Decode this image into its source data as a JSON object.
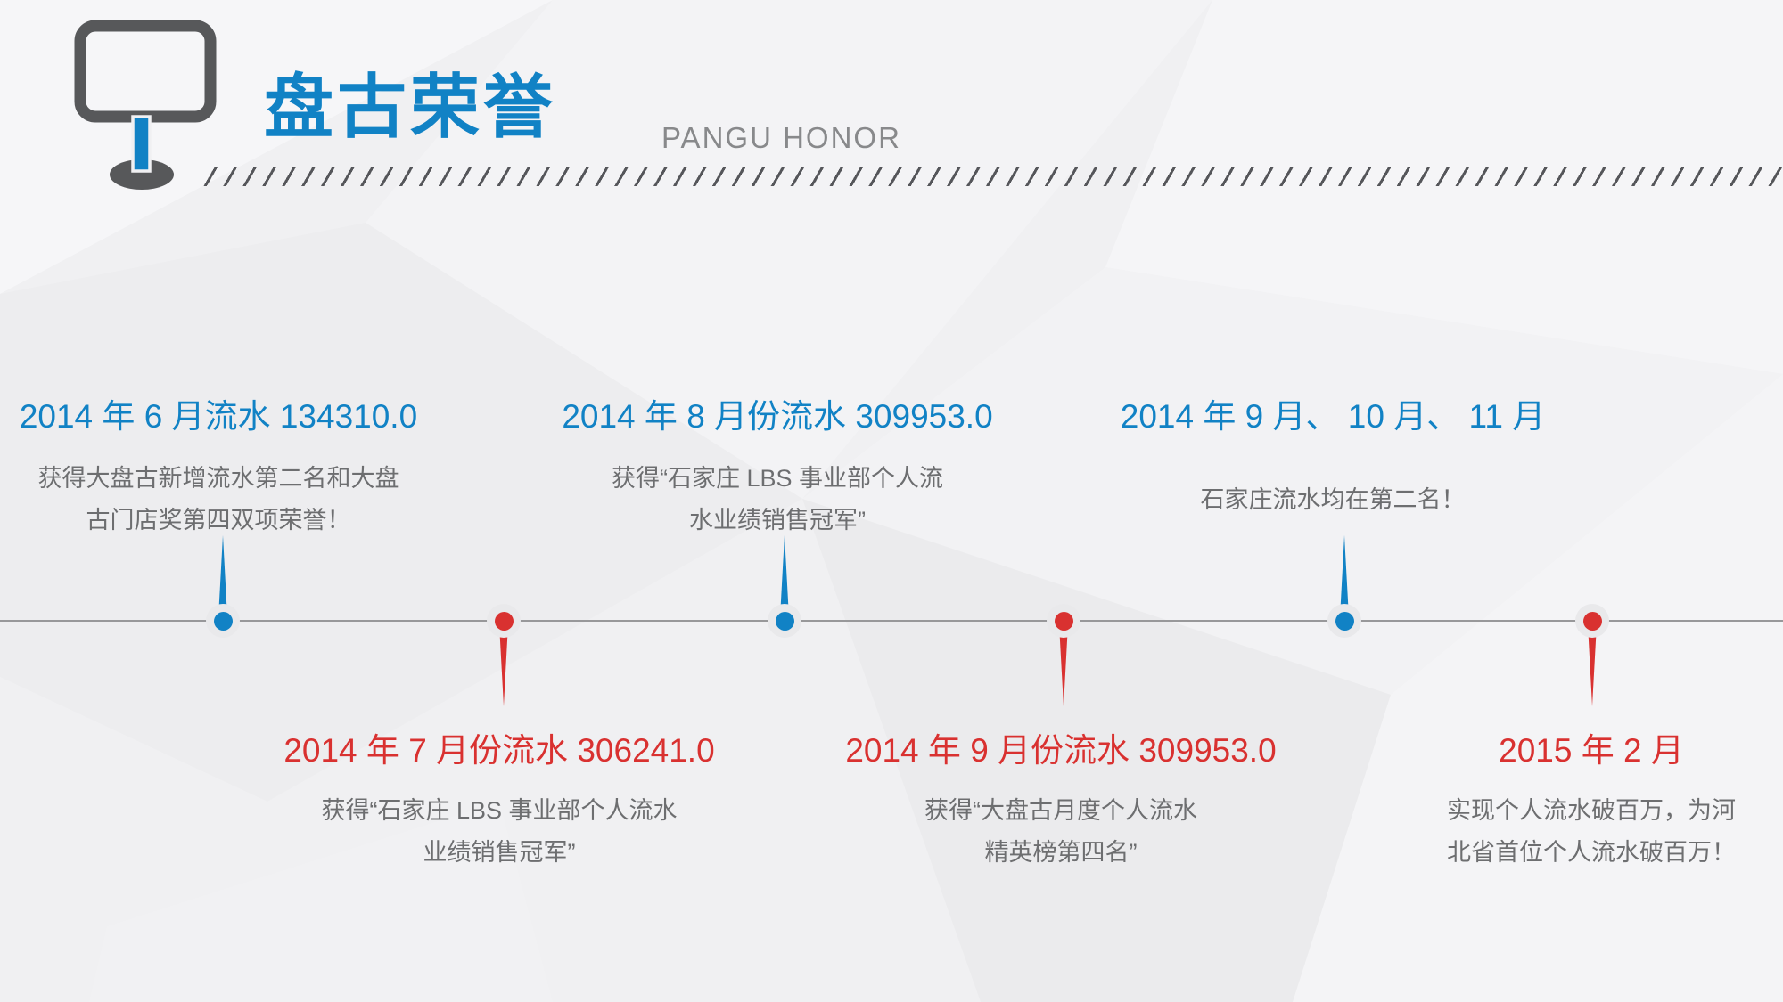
{
  "slide": {
    "header": {
      "title": "盘古荣誉",
      "subtitle": "PANGU HONOR",
      "icon": "signboard-icon"
    },
    "timeline": {
      "items": [
        {
          "side": "top",
          "accent": "blue",
          "title": "2014 年 6 月流水 134310.0",
          "desc_lines": [
            "获得大盘古新增流水第二名和大盘",
            "古门店奖第四双项荣誉！"
          ]
        },
        {
          "side": "bottom",
          "accent": "red",
          "title": "2014 年 7 月份流水 306241.0",
          "desc_lines": [
            "获得“石家庄 LBS 事业部个人流水",
            "业绩销售冠军”"
          ]
        },
        {
          "side": "top",
          "accent": "blue",
          "title": "2014 年 8 月份流水 309953.0",
          "desc_lines": [
            "获得“石家庄 LBS 事业部个人流",
            "水业绩销售冠军”"
          ]
        },
        {
          "side": "bottom",
          "accent": "red",
          "title": "2014 年 9 月份流水 309953.0",
          "desc_lines": [
            "获得“大盘古月度个人流水",
            "精英榜第四名”"
          ]
        },
        {
          "side": "top",
          "accent": "blue",
          "title": "2014 年 9 月、 10 月、 11 月",
          "desc_lines": [
            "石家庄流水均在第二名！"
          ]
        },
        {
          "side": "bottom",
          "accent": "red",
          "title": "2015 年 2 月",
          "desc_lines": [
            "实现个人流水破百万，为河",
            "北省首位个人流水破百万！"
          ]
        }
      ]
    }
  },
  "colors": {
    "blue": "#1182c5",
    "red": "#d93130",
    "dark": "#57585a",
    "desc": "#6d6e70",
    "line": "#98989a",
    "halo": "#e9e9eb",
    "bg": "#f0f0f2"
  }
}
